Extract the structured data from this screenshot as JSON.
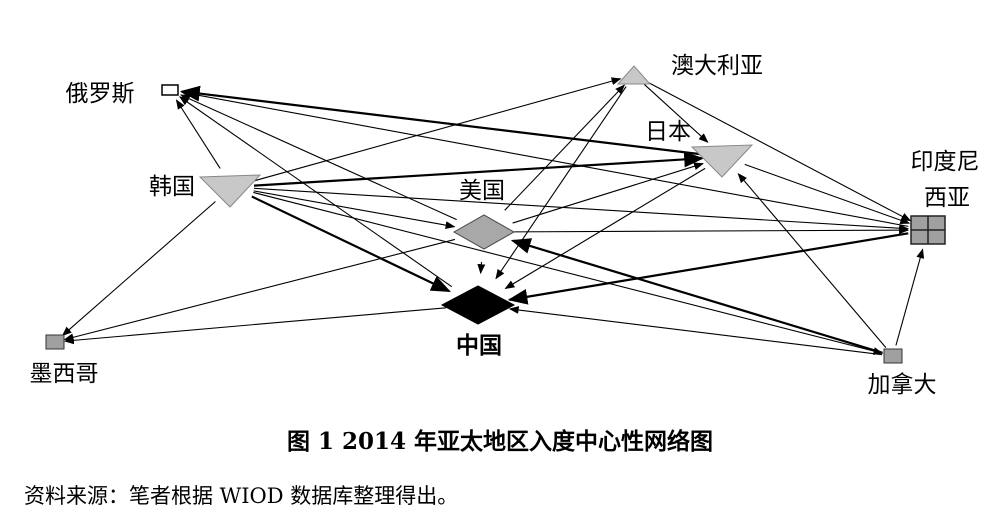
{
  "nodes": [
    {
      "id": "russia",
      "label": "俄罗斯",
      "shape": "small-rect"
    },
    {
      "id": "korea",
      "label": "韩国",
      "shape": "triangle"
    },
    {
      "id": "mexico",
      "label": "墨西哥",
      "shape": "square"
    },
    {
      "id": "usa",
      "label": "美国",
      "shape": "diamond"
    },
    {
      "id": "china",
      "label": "中国",
      "shape": "diamond-black"
    },
    {
      "id": "australia",
      "label": "澳大利亚",
      "shape": "triangle"
    },
    {
      "id": "japan",
      "label": "日本",
      "shape": "triangle"
    },
    {
      "id": "indonesia",
      "label": "印度尼西亚",
      "label_lines": [
        "印度尼",
        "西亚"
      ],
      "shape": "grid-square"
    },
    {
      "id": "canada",
      "label": "加拿大",
      "shape": "square"
    }
  ],
  "edges": [
    {
      "from": "korea",
      "to": "russia"
    },
    {
      "from": "japan",
      "to": "russia"
    },
    {
      "from": "indonesia",
      "to": "russia"
    },
    {
      "from": "usa",
      "to": "russia"
    },
    {
      "from": "china",
      "to": "russia"
    },
    {
      "from": "korea",
      "to": "australia"
    },
    {
      "from": "korea",
      "to": "japan"
    },
    {
      "from": "korea",
      "to": "indonesia"
    },
    {
      "from": "korea",
      "to": "usa"
    },
    {
      "from": "korea",
      "to": "china"
    },
    {
      "from": "korea",
      "to": "mexico"
    },
    {
      "from": "korea",
      "to": "canada"
    },
    {
      "from": "usa",
      "to": "mexico"
    },
    {
      "from": "china",
      "to": "mexico"
    },
    {
      "from": "usa",
      "to": "australia"
    },
    {
      "from": "usa",
      "to": "japan"
    },
    {
      "from": "usa",
      "to": "indonesia"
    },
    {
      "from": "usa",
      "to": "china"
    },
    {
      "from": "australia",
      "to": "japan"
    },
    {
      "from": "australia",
      "to": "indonesia"
    },
    {
      "from": "australia",
      "to": "china"
    },
    {
      "from": "japan",
      "to": "china"
    },
    {
      "from": "japan",
      "to": "indonesia"
    },
    {
      "from": "indonesia",
      "to": "china"
    },
    {
      "from": "canada",
      "to": "china"
    },
    {
      "from": "canada",
      "to": "indonesia"
    },
    {
      "from": "canada",
      "to": "japan"
    },
    {
      "from": "canada",
      "to": "usa"
    }
  ],
  "caption": "图 1  2014 年亚太地区入度中心性网络图",
  "source": "资料来源：笔者根据 WIOD 数据库整理得出。"
}
